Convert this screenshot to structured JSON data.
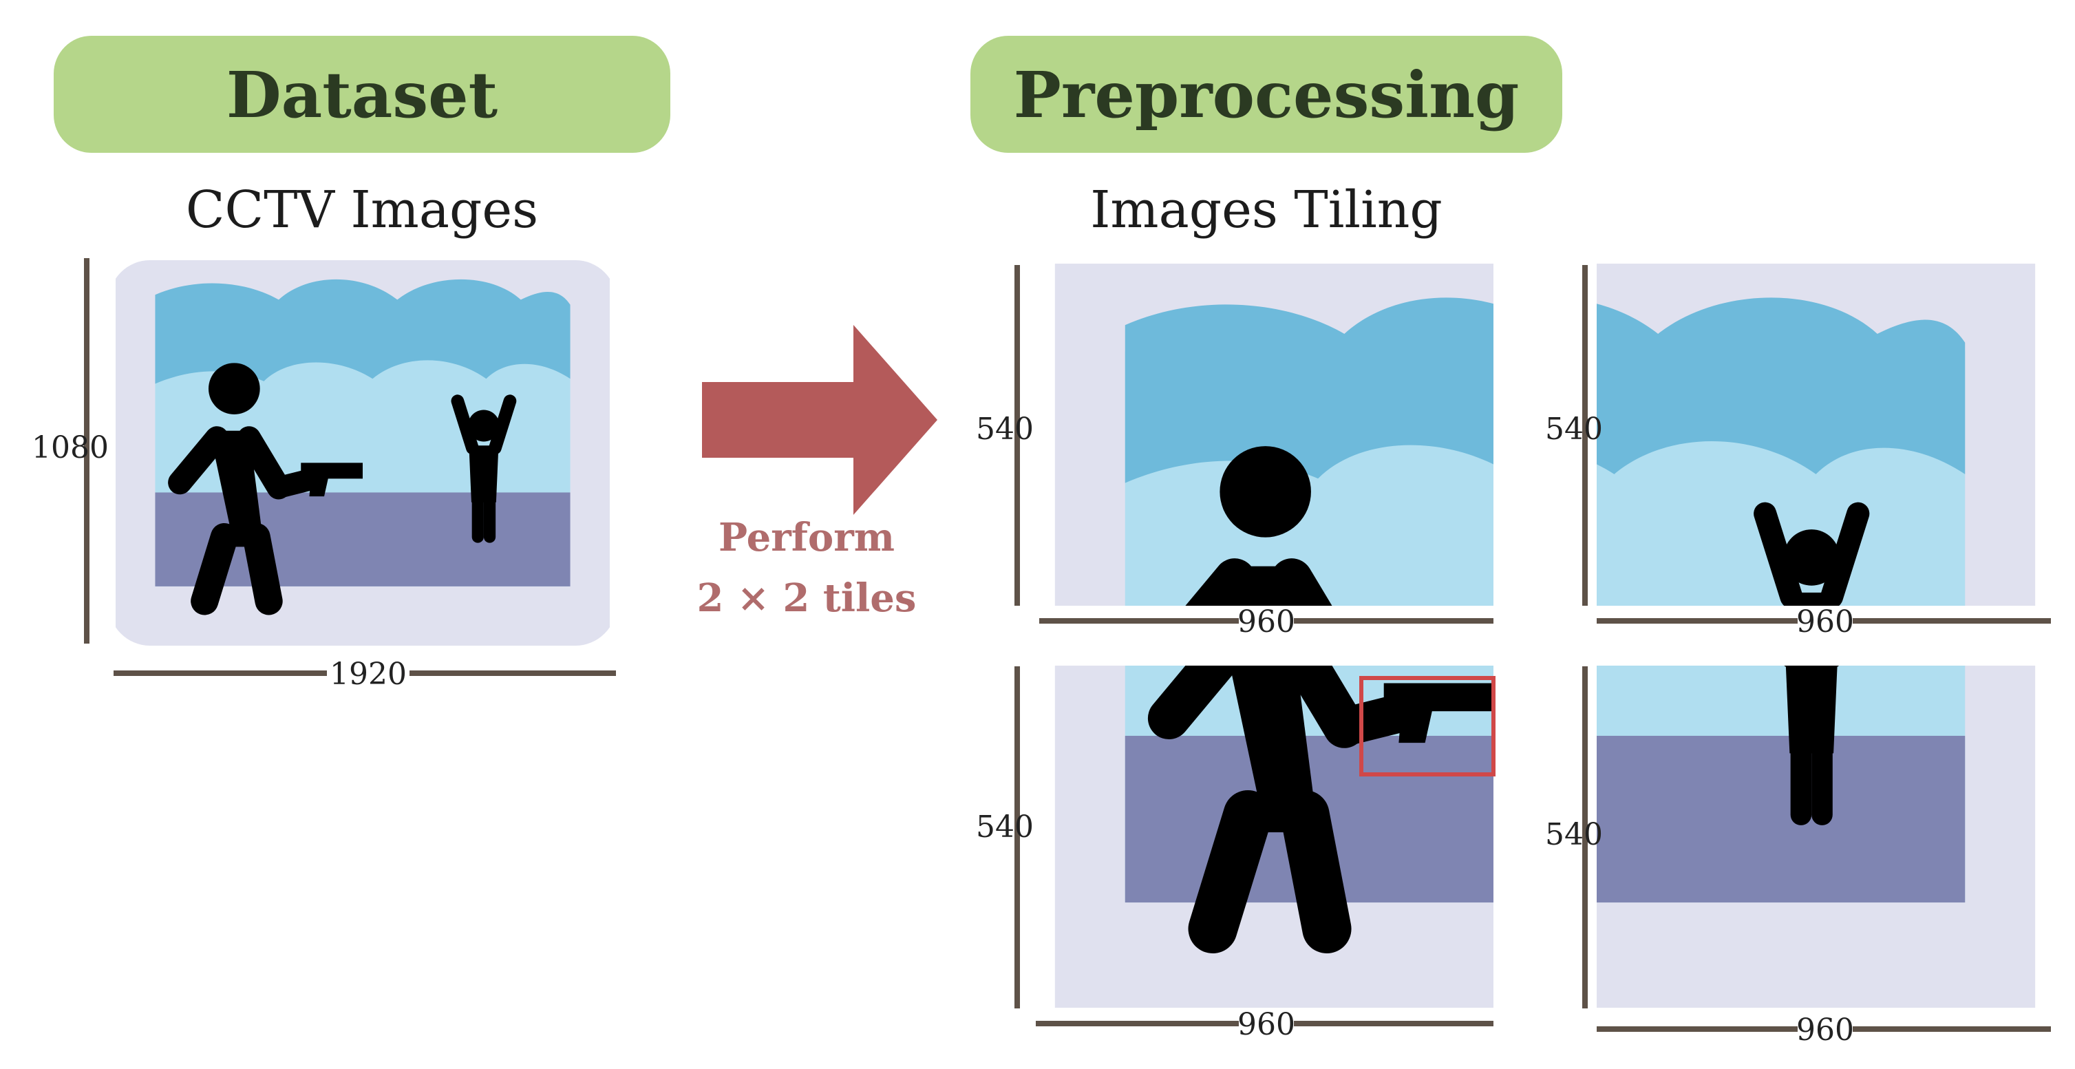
{
  "headers": {
    "dataset": "Dataset",
    "preprocessing": "Preprocessing"
  },
  "subtitles": {
    "dataset": "CCTV Images",
    "preprocessing": "Images Tiling"
  },
  "dimensions": {
    "full_height": "1080",
    "full_width": "1920",
    "tile_tl_height": "540",
    "tile_tl_width": "960",
    "tile_tr_height": "540",
    "tile_tr_width": "960",
    "tile_bl_height": "540",
    "tile_bl_width": "960",
    "tile_br_height": "540",
    "tile_br_width": "960"
  },
  "action": {
    "line1": "Perform",
    "line2": "2 × 2 tiles"
  },
  "colors": {
    "header_bg": "#b5d68a",
    "frame_bg": "#e0e1ef",
    "sky_dark": "#6ebadb",
    "sky_light": "#b0def0",
    "ground": "#7f85b2",
    "arrow": "#b45a5a",
    "dim_line": "#5e5248",
    "box": "#d04848"
  }
}
